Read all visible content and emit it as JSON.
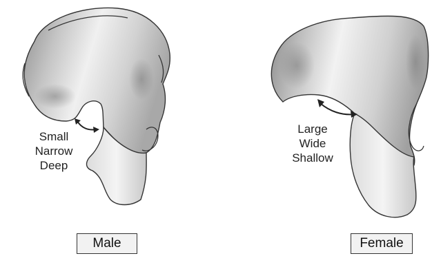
{
  "figure": {
    "male": {
      "notch_label_lines": [
        "Small",
        "Narrow",
        "Deep"
      ],
      "caption": "Male"
    },
    "female": {
      "notch_label_lines": [
        "Large",
        "Wide",
        "Shallow"
      ],
      "caption": "Female"
    }
  },
  "colors": {
    "outline": "#333333",
    "bone_light": "#ededed",
    "bone_mid": "#c9c9c9",
    "bone_dark": "#9a9a9a"
  }
}
